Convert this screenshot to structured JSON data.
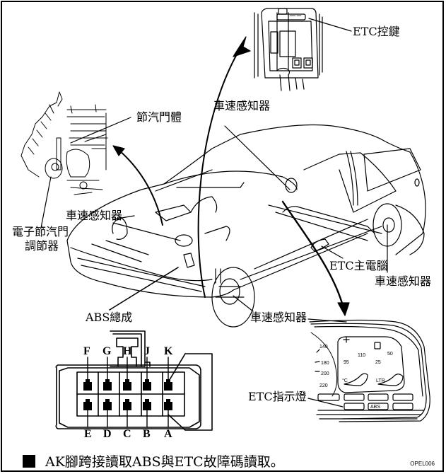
{
  "labels": {
    "etc_key": "ETC控鍵",
    "speed_sensor_rear_top": "車速感知器",
    "throttle_body": "節汽門體",
    "speed_sensor_front_left": "車速感知器",
    "electronic_throttle_regulator_line1": "電子節汽門",
    "electronic_throttle_regulator_line2": "調節器",
    "abs_unit": "ABS總成",
    "etc_ecu": "ETC主電腦",
    "speed_sensor_rear_right": "車速感知器",
    "speed_sensor_front_right": "車速感知器",
    "etc_indicator": "ETC指示燈"
  },
  "connector": {
    "top_pins": [
      "F",
      "G",
      "H",
      "J",
      "K"
    ],
    "bottom_pins": [
      "E",
      "D",
      "C",
      "B",
      "A"
    ],
    "jumper": [
      "A",
      "K"
    ]
  },
  "dashboard": {
    "speedo_ticks": [
      "140",
      "180",
      "200",
      "220"
    ],
    "temp_ticks": [
      "95",
      "110"
    ],
    "temp_unit": "°C",
    "fuel_ticks": [
      "25",
      "50"
    ],
    "fuel_unit": "LTR",
    "warning_abs": "ABS"
  },
  "caption": {
    "text": "AK腳跨接讀取ABS與ETC故障碼讀取。"
  },
  "figure_code": "OPEL006"
}
